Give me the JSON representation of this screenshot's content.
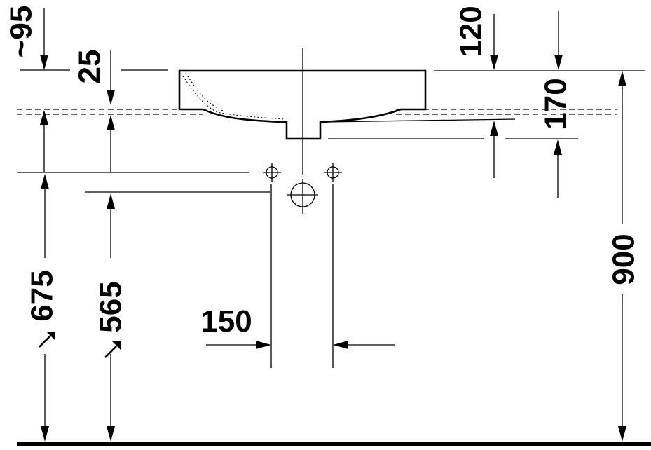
{
  "dimensions": {
    "overflow_depth": "~95",
    "rim_thickness": "25",
    "top_offset": "120",
    "drain_depth": "170",
    "mounting_height": "900",
    "supply_height": "675",
    "drain_height": "565",
    "valve_spacing": "150"
  },
  "colors": {
    "line": "#000000",
    "background": "#ffffff"
  }
}
